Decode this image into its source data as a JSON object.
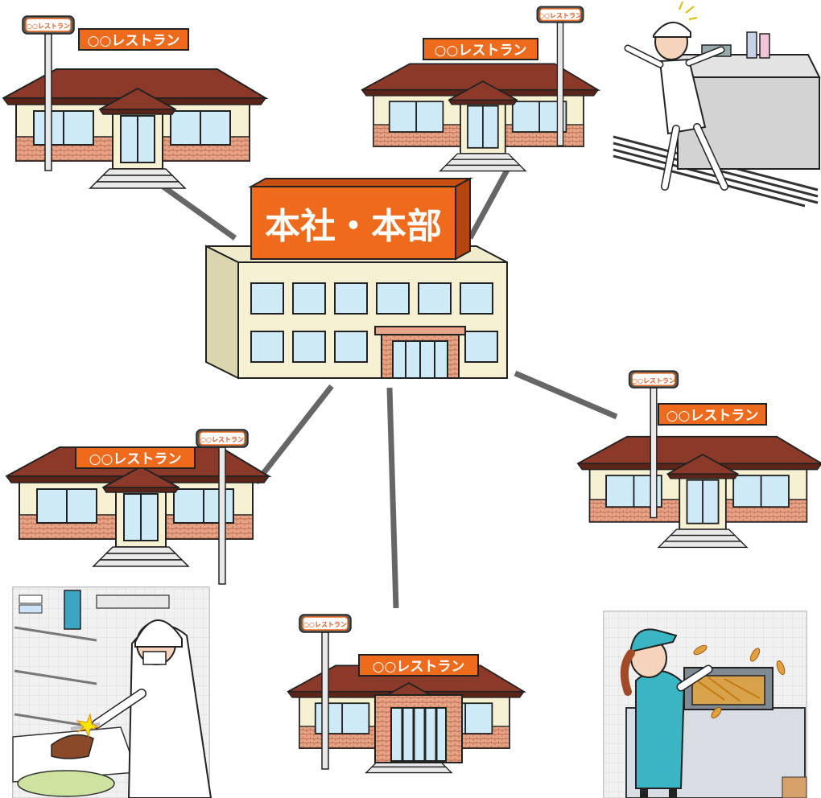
{
  "headquarters": {
    "label": "本社・本部"
  },
  "restaurants": [
    {
      "sign": "○○レストラン",
      "pole_sign": "○○レストラン"
    },
    {
      "sign": "○○レストラン",
      "pole_sign": "○○レストラン"
    },
    {
      "sign": "○○レストラン",
      "pole_sign": "○○レストラン"
    },
    {
      "sign": "○○レストラン",
      "pole_sign": "○○レストラン"
    },
    {
      "sign": "○○レストラン",
      "pole_sign": "○○レストラン"
    }
  ],
  "colors": {
    "sign_orange": "#ee6b1e",
    "roof": "#8b3a2a",
    "wall": "#f6f1d3",
    "brick": "#d98a6a",
    "window": "#cfeaf7",
    "connector": "#666666"
  },
  "accident_scenes": [
    "slip-fall-scene",
    "knife-cut-scene",
    "fryer-burn-scene"
  ]
}
